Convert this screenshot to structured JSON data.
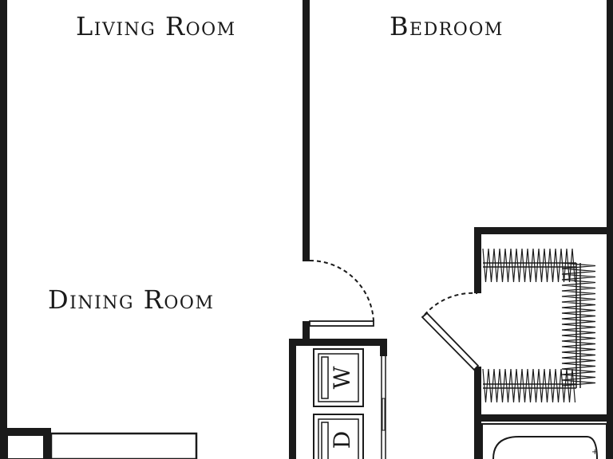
{
  "rooms": {
    "living": "Living Room",
    "bedroom": "Bedroom",
    "dining": "Dining Room"
  },
  "appliances": {
    "washer": "W",
    "dryer": "D"
  },
  "colors": {
    "wall": "#1a1a1a",
    "background": "#ffffff"
  }
}
